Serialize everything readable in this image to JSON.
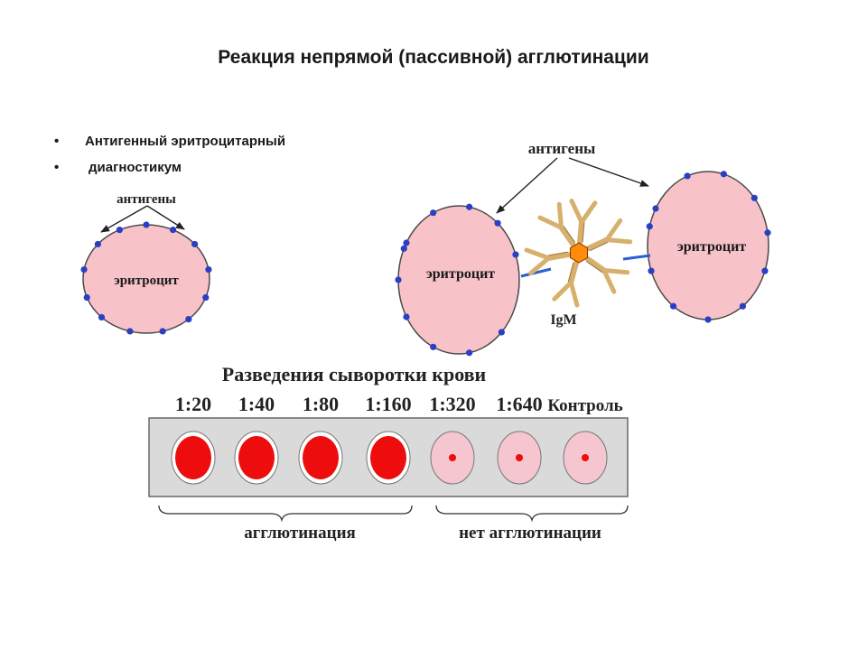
{
  "title": "Реакция непрямой (пассивной) агглютинации",
  "bullets": [
    {
      "marker": "•",
      "text": "Антигенный эритроцитарный"
    },
    {
      "marker": "•",
      "text": "диагностикум"
    }
  ],
  "left_diagram": {
    "antigens_label": "антигены",
    "cell_label": "эритроцит"
  },
  "right_diagram": {
    "antigens_label": "антигены",
    "cell_left_label": "эритроцит",
    "cell_right_label": "эритроцит",
    "antibody_label": "IgM"
  },
  "dilution": {
    "heading": "Разведения сыворотки крови",
    "columns": [
      "1:20",
      "1:40",
      "1:80",
      "1:160",
      "1:320",
      "1:640",
      "Контроль"
    ],
    "results": [
      "agglutination",
      "agglutination",
      "agglutination",
      "agglutination",
      "no-agglutination",
      "no-agglutination",
      "no-agglutination"
    ],
    "group_agglutination": "агглютинация",
    "group_no_agglutination": "нет агглютинации"
  },
  "colors": {
    "cell_fill": "#f7c2c8",
    "antigen": "#2a3fc4",
    "agglutination_red": "#ee0d0d",
    "antibody": "#d7b06d",
    "antibody_center": "#ff8a0c",
    "tray": "#dadada"
  }
}
